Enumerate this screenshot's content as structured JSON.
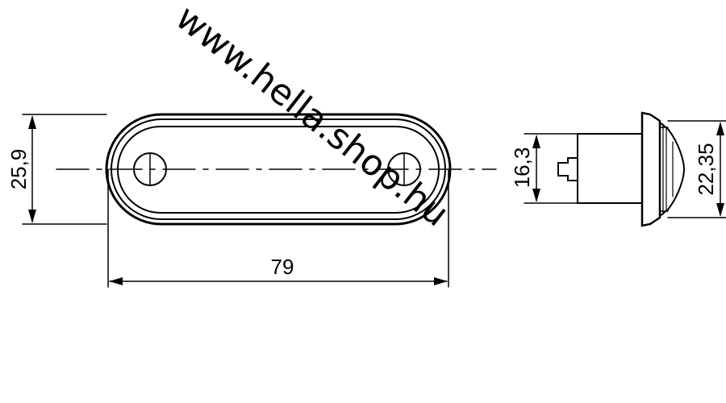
{
  "watermark": "www.hella.shop.hu",
  "dimensions": {
    "height_front": "25,9",
    "length": "79",
    "height_side_inner": "16,3",
    "height_side_outer": "22,35"
  },
  "colors": {
    "line": "#000000",
    "background": "#ffffff"
  }
}
